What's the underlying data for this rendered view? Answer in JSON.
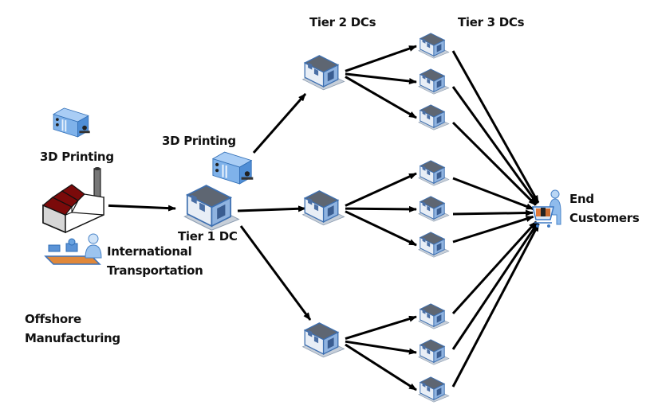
{
  "diagram": {
    "type": "supply-chain-network",
    "labels": {
      "tier2_header": "Tier 2 DCs",
      "tier3_header": "Tier 3 DCs",
      "printing_offshore": "3D Printing",
      "printing_tier1": "3D Printing",
      "transport_line1": "International",
      "transport_line2": "Transportation",
      "offshore_line1": "Offshore",
      "offshore_line2": "Manufacturing",
      "tier1": "Tier 1 DC",
      "customers_line1": "End",
      "customers_line2": "Customers"
    },
    "nodes": [
      {
        "id": "factory",
        "icon": "factory-icon",
        "group": "Offshore Manufacturing"
      },
      {
        "id": "printer-offshore",
        "icon": "3d-printer-icon",
        "group": "Offshore Manufacturing"
      },
      {
        "id": "transport",
        "icon": "conveyor-worker-icon",
        "group": "Offshore Manufacturing"
      },
      {
        "id": "tier1",
        "icon": "warehouse-icon",
        "tier": 1
      },
      {
        "id": "printer-tier1",
        "icon": "3d-printer-icon",
        "tier": 1
      },
      {
        "id": "t2a",
        "icon": "warehouse-icon",
        "tier": 2
      },
      {
        "id": "t2b",
        "icon": "warehouse-icon",
        "tier": 2
      },
      {
        "id": "t2c",
        "icon": "warehouse-icon",
        "tier": 2
      },
      {
        "id": "t3a1",
        "icon": "warehouse-icon",
        "tier": 3
      },
      {
        "id": "t3a2",
        "icon": "warehouse-icon",
        "tier": 3
      },
      {
        "id": "t3a3",
        "icon": "warehouse-icon",
        "tier": 3
      },
      {
        "id": "t3b1",
        "icon": "warehouse-icon",
        "tier": 3
      },
      {
        "id": "t3b2",
        "icon": "warehouse-icon",
        "tier": 3
      },
      {
        "id": "t3b3",
        "icon": "warehouse-icon",
        "tier": 3
      },
      {
        "id": "t3c1",
        "icon": "warehouse-icon",
        "tier": 3
      },
      {
        "id": "t3c2",
        "icon": "warehouse-icon",
        "tier": 3
      },
      {
        "id": "t3c3",
        "icon": "warehouse-icon",
        "tier": 3
      },
      {
        "id": "customers",
        "icon": "shopping-cart-customer-icon"
      }
    ],
    "edges": [
      [
        "factory",
        "tier1"
      ],
      [
        "tier1",
        "t2a"
      ],
      [
        "tier1",
        "t2b"
      ],
      [
        "tier1",
        "t2c"
      ],
      [
        "t2a",
        "t3a1"
      ],
      [
        "t2a",
        "t3a2"
      ],
      [
        "t2a",
        "t3a3"
      ],
      [
        "t2b",
        "t3b1"
      ],
      [
        "t2b",
        "t3b2"
      ],
      [
        "t2b",
        "t3b3"
      ],
      [
        "t2c",
        "t3c1"
      ],
      [
        "t2c",
        "t3c2"
      ],
      [
        "t2c",
        "t3c3"
      ],
      [
        "t3a1",
        "customers"
      ],
      [
        "t3a2",
        "customers"
      ],
      [
        "t3a3",
        "customers"
      ],
      [
        "t3b1",
        "customers"
      ],
      [
        "t3b2",
        "customers"
      ],
      [
        "t3b3",
        "customers"
      ],
      [
        "t3c1",
        "customers"
      ],
      [
        "t3c2",
        "customers"
      ],
      [
        "t3c3",
        "customers"
      ]
    ],
    "colors": {
      "arrow": "#000000",
      "building_blue": "#5b8fd0",
      "roof_gray": "#6e6e6e",
      "factory_roof": "#7b0a0a",
      "printer_blue": "#4a90d9",
      "conveyor_orange": "#e0883a"
    }
  }
}
